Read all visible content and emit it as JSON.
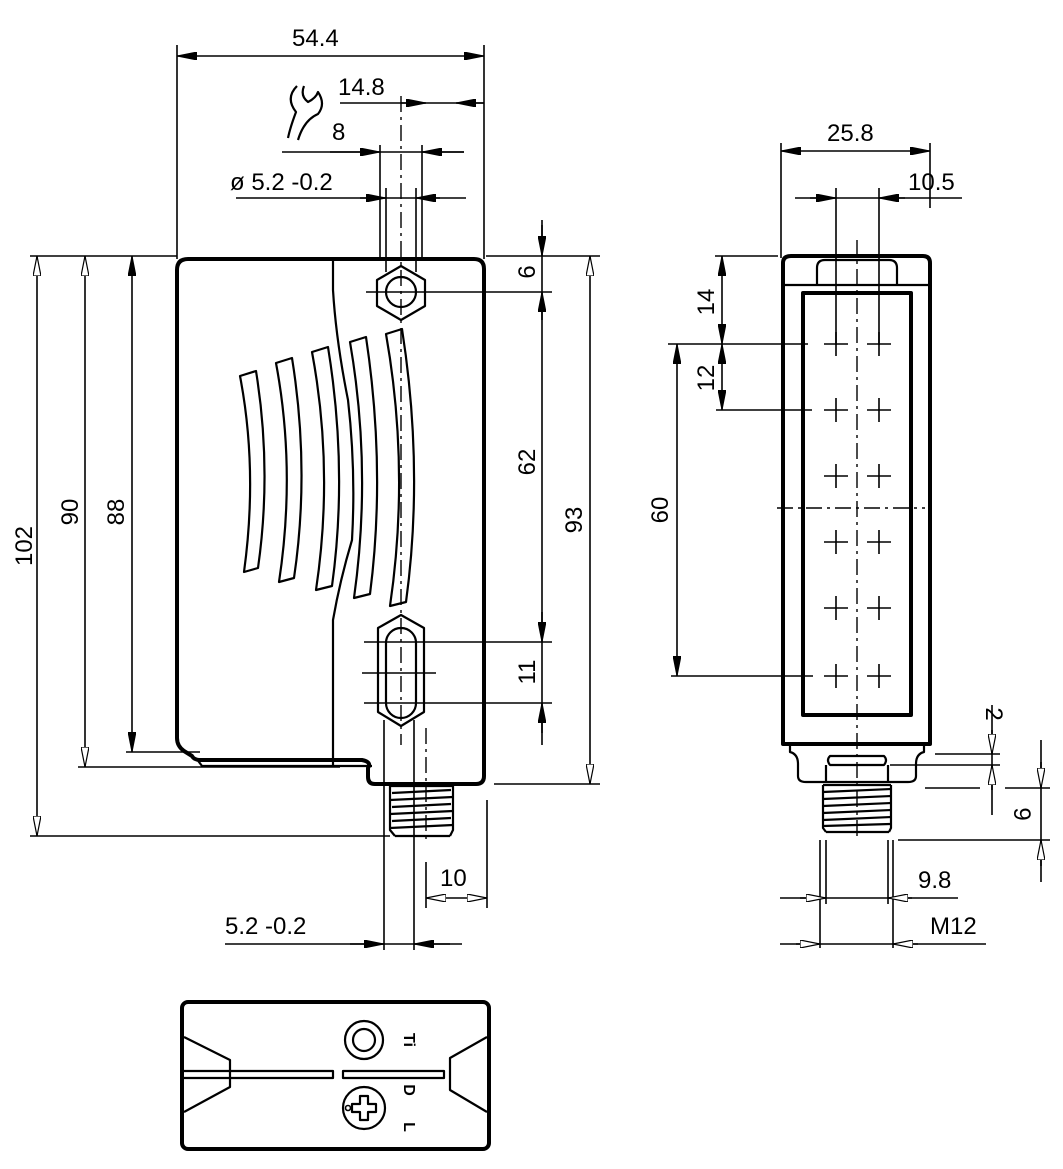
{
  "drawing": {
    "units": "mm",
    "views": {
      "front": {
        "dimensions": {
          "width": "54.4",
          "hole_offset": "14.8",
          "wrench_size": "8",
          "hole_diameter": "ø 5.2 -0.2",
          "height_total": "102",
          "height_body_a": "90",
          "height_body_b": "88",
          "top_to_hole": "6",
          "hole_spacing": "62",
          "slot_length": "11",
          "height_right": "93",
          "connector_offset": "10",
          "slot_width": "5.2 -0.2"
        },
        "wrench_icon": "wrench-icon"
      },
      "side": {
        "dimensions": {
          "width": "25.8",
          "lens_offset": "10.5",
          "top_to_first_led": "14",
          "led_pitch": "12",
          "led_span": "60",
          "collar_height": "2",
          "thread_length": "9",
          "thread_inner": "9.8",
          "thread": "M12"
        }
      },
      "bottom": {
        "labels": {
          "ti": "Ti",
          "d": "D",
          "l": "L"
        },
        "icons": [
          "potentiometer-ring-icon",
          "adjustment-screw-icon"
        ]
      }
    }
  }
}
